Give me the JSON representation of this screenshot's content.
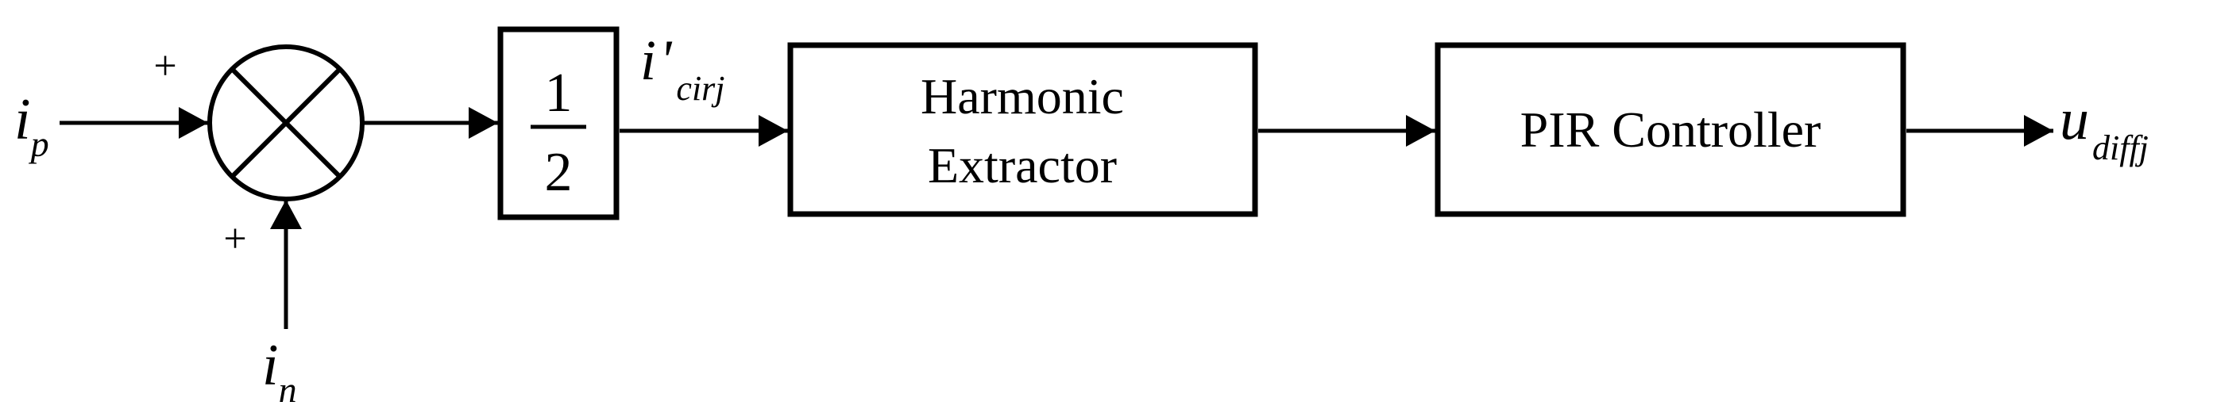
{
  "colors": {
    "stroke": "#000000",
    "background": "#ffffff"
  },
  "inputs": {
    "ip": {
      "base": "i",
      "sub": "p"
    },
    "in": {
      "base": "i",
      "sub": "n"
    }
  },
  "summing_junction": {
    "sign_top": "+",
    "sign_bottom": "+",
    "icon": "summing-junction-cross"
  },
  "gain_block": {
    "numerator": "1",
    "denominator": "2"
  },
  "signals": {
    "icirj": {
      "base": "i",
      "prime": "'",
      "sub": "cirj"
    },
    "output": {
      "base": "u",
      "sub": "diffj"
    }
  },
  "blocks": {
    "harmonic": {
      "line1": "Harmonic",
      "line2": "Extractor"
    },
    "pir": {
      "label": "PIR Controller"
    }
  }
}
